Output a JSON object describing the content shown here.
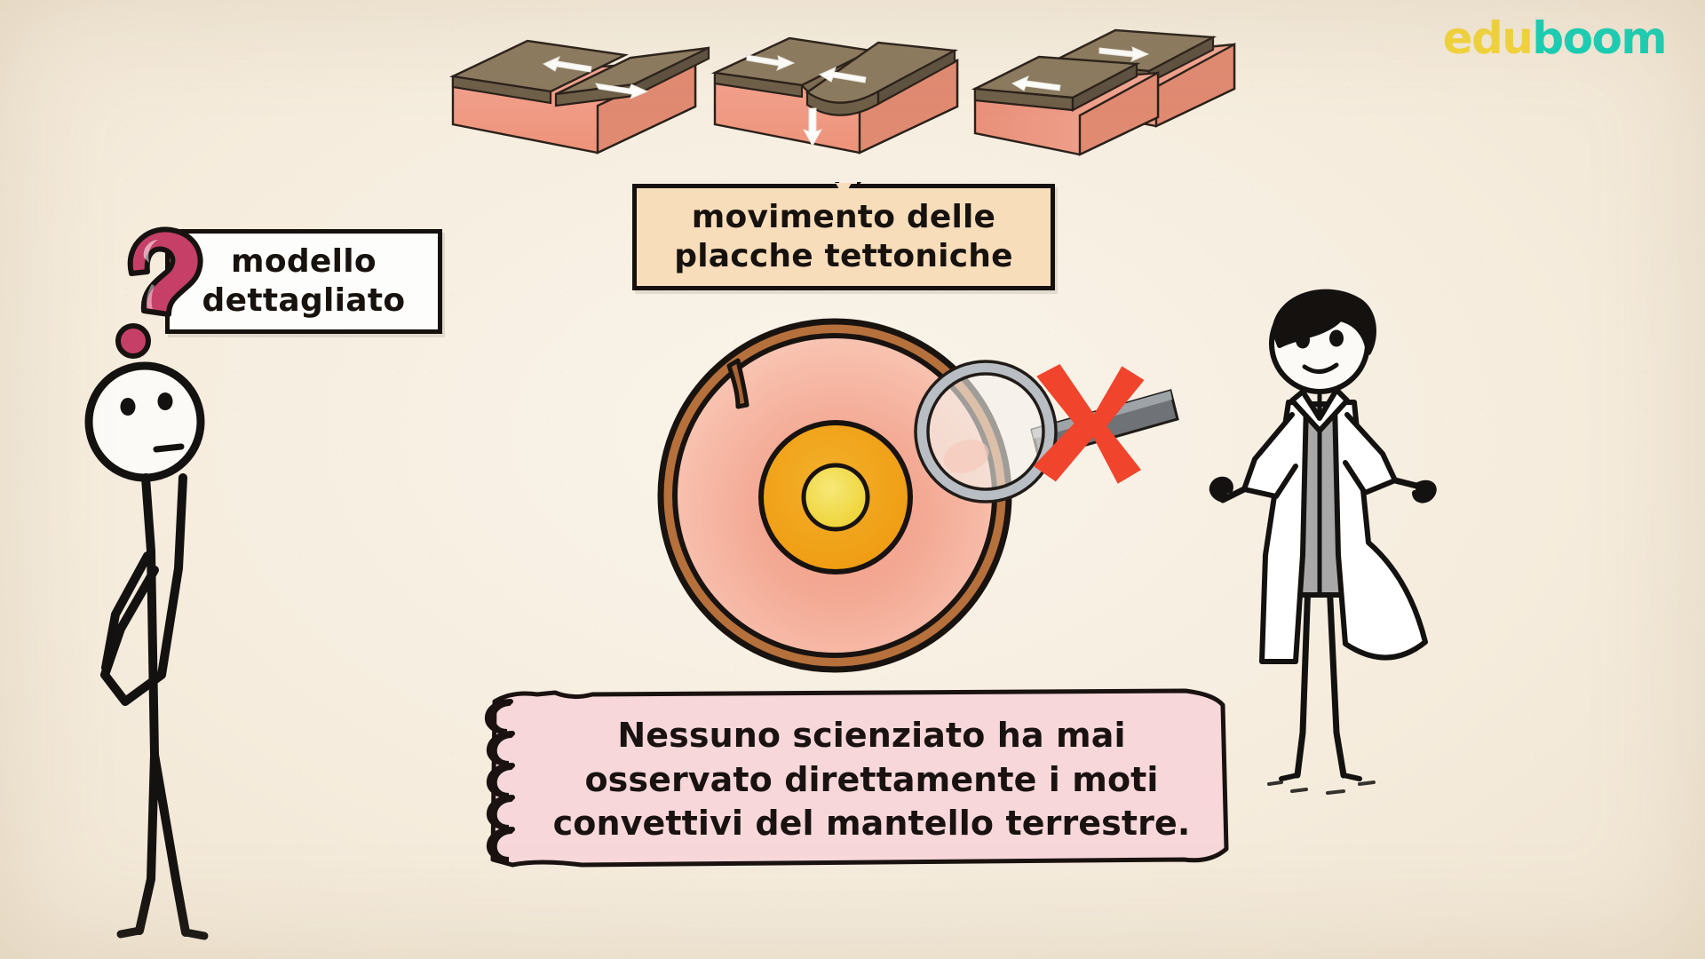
{
  "logo": {
    "part1": "edu",
    "part2": "boom",
    "color1": "#f2d43c",
    "color2": "#16cfb5"
  },
  "callouts": {
    "modello": {
      "line1": "modello",
      "line2": "dettagliato",
      "bg": "#fdfdfb",
      "border": "#16110c"
    },
    "movimento": {
      "line1": "movimento delle",
      "line2": "placche tettoniche",
      "bg": "#f8ddbb",
      "border": "#16110c"
    }
  },
  "note": {
    "lines": [
      "Nessuno scienziato ha mai",
      "osservato direttamente i moti",
      "convettivi del mantello terrestre."
    ],
    "bg": "#f7d7da",
    "text_color": "#191210"
  },
  "earth": {
    "label": "earth-cross-section",
    "crust_color": "#b5703c",
    "mantle_outer": "#ef9a84",
    "mantle_inner": "#f4b7a4",
    "outer_core_color": "#f0a41d",
    "inner_core_color": "#f2dd46",
    "has_crack": true
  },
  "magnifier": {
    "label": "magnifying-glass",
    "ring_color": "#b9bec4",
    "lens_color": "#f2f2ee",
    "handle_color": "#6f7276",
    "cross_color": "#f0442c",
    "meaning": "not-observable"
  },
  "plates": [
    {
      "type": "divergent",
      "arrows": [
        "left",
        "right"
      ],
      "top_color": "#8b7a5f",
      "side_color": "#f09b84"
    },
    {
      "type": "convergent",
      "arrows": [
        "right",
        "left",
        "down"
      ],
      "top_color": "#8b7a5f",
      "side_color": "#f09b84"
    },
    {
      "type": "transform",
      "arrows": [
        "right",
        "left"
      ],
      "top_color": "#8b7a5f",
      "side_color": "#f09b84"
    }
  ],
  "characters": {
    "thinker": {
      "label": "thinking-stick-figure",
      "pose": "hand-on-chin",
      "stroke": "#141210"
    },
    "scientist": {
      "label": "scientist-stick-figure",
      "pose": "shrugging",
      "coat_color": "#ffffff",
      "shirt_color": "#a8a8a8",
      "hair_color": "#14110e"
    }
  },
  "question_mark": {
    "glyph": "?",
    "color": "#c53f67"
  },
  "background": {
    "color": "#f5ecdd"
  }
}
